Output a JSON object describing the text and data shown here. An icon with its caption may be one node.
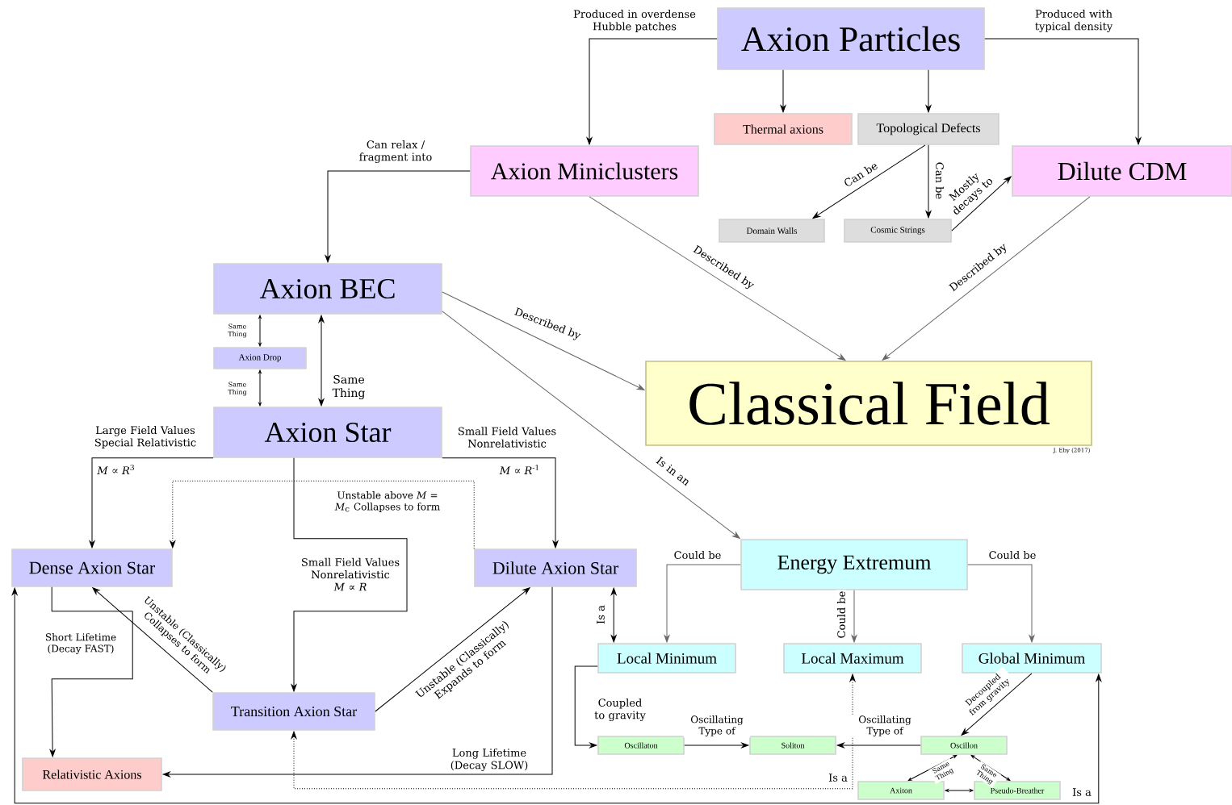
{
  "diagram": {
    "nodes": [
      {
        "text": [
          "Axion Particles"
        ]
      },
      {
        "text": [
          "Thermal axions"
        ]
      },
      {
        "text": [
          "Topological Defects"
        ]
      },
      {
        "text": [
          "Axion Miniclusters"
        ]
      },
      {
        "text": [
          "Dilute CDM"
        ]
      },
      {
        "text": [
          "Domain Walls"
        ]
      },
      {
        "text": [
          "Cosmic Strings"
        ]
      },
      {
        "text": [
          "Axion BEC"
        ]
      },
      {
        "text": [
          "Classical Field"
        ],
        "beside": [
          "J. Eby (2017)"
        ]
      },
      {
        "text": [
          "Axion Drop"
        ]
      },
      {
        "text": [
          "Axion Star"
        ]
      },
      {
        "text": [
          "Dense Axion Star"
        ]
      },
      {
        "text": [
          "Dilute Axion Star"
        ]
      },
      {
        "text": [
          "Energy Extremum"
        ]
      },
      {
        "text": [
          "Local Minimum"
        ]
      },
      {
        "text": [
          "Local Maximum"
        ]
      },
      {
        "text": [
          "Global Minimum"
        ]
      },
      {
        "text": [
          "Transition Axion Star"
        ]
      },
      {
        "text": [
          "Oscillaton"
        ]
      },
      {
        "text": [
          "Soliton"
        ]
      },
      {
        "text": [
          "Oscillon"
        ]
      },
      {
        "text": [
          "Relativistic Axions"
        ]
      },
      {
        "text": [
          "Axiton"
        ]
      },
      {
        "text": [
          "Pseudo-Breather"
        ]
      }
    ],
    "edges": [
      {
        "from": 0,
        "to": 3,
        "arrow": "to",
        "label": "Produced in overdense Hubble patches"
      },
      {
        "from": 0,
        "to": 4,
        "arrow": "to",
        "label": "Produced with typical density"
      },
      {
        "from": 0,
        "to": 1,
        "arrow": "to"
      },
      {
        "from": 0,
        "to": 2,
        "arrow": "to"
      },
      {
        "from": 2,
        "to": 5,
        "arrow": "to",
        "label": "Can be"
      },
      {
        "from": 2,
        "to": 6,
        "arrow": "to",
        "label": "Can be"
      },
      {
        "from": 6,
        "to": 4,
        "arrow": "to",
        "label": "Mostly decays to"
      },
      {
        "from": 3,
        "to": 7,
        "arrow": "to",
        "label": "Can relax / fragment into"
      },
      {
        "from": 3,
        "to": 8,
        "arrow": "to",
        "label": "Described by",
        "color": "#666666"
      },
      {
        "from": 4,
        "to": 8,
        "arrow": "to",
        "label": "Described by",
        "color": "#666666"
      },
      {
        "from": 7,
        "to": 8,
        "arrow": "to",
        "label": "Described by",
        "color": "#666666"
      },
      {
        "from": 7,
        "to": 13,
        "arrow": "to",
        "label": "Is in an",
        "color": "#666666"
      },
      {
        "from": 7,
        "to": 10,
        "arrow": "both",
        "label": "Same Thing"
      },
      {
        "from": 7,
        "to": 9,
        "arrow": "both",
        "label": "Same Thing"
      },
      {
        "from": 9,
        "to": 10,
        "arrow": "both",
        "label": "Same Thing"
      },
      {
        "from": 10,
        "to": 11,
        "arrow": "to",
        "label": "Large Field Values Special Relativistic"
      },
      {
        "from": 10,
        "to": 17,
        "arrow": "to",
        "label": "Small Field Values Nonrelativistic *M* ∝ *R*"
      },
      {
        "from": 10,
        "to": 12,
        "arrow": "to",
        "label": "Small Field Values Nonrelativistic"
      },
      {
        "from": 12,
        "to": 11,
        "arrow": "to",
        "label": "Unstable above *M* = *M*$_{c}$ Collapses to form",
        "style": "dashed"
      },
      {
        "from": 11,
        "to": 21,
        "arrow": "to",
        "label": "Short Lifetime (Decay FAST)"
      },
      {
        "from": 12,
        "to": 21,
        "arrow": "to",
        "label": "Long Lifetime (Decay SLOW)"
      },
      {
        "from": 17,
        "to": 11,
        "arrow": "to",
        "label": "Unstable (Classically) Collapses to form"
      },
      {
        "from": 17,
        "to": 12,
        "arrow": "to",
        "label": "Unstable (Classically) Expands to form"
      },
      {
        "from": 12,
        "to": 14,
        "arrow": "both",
        "label": "Is a"
      },
      {
        "from": 13,
        "to": 14,
        "arrow": "to",
        "label": "Could be",
        "color": "#666666"
      },
      {
        "from": 13,
        "to": 15,
        "arrow": "to",
        "label": "Could be",
        "color": "#666666"
      },
      {
        "from": 13,
        "to": 16,
        "arrow": "to",
        "label": "Could be",
        "color": "#666666"
      },
      {
        "from": 14,
        "to": 18,
        "arrow": "to",
        "label": "Coupled to gravity"
      },
      {
        "from": 18,
        "to": 19,
        "arrow": "to",
        "label": "Oscillating Type of"
      },
      {
        "from": 20,
        "to": 19,
        "arrow": "to",
        "label": "Oscillating Type of"
      },
      {
        "from": 16,
        "to": 20,
        "arrow": "to",
        "label": "Decoupled from gravity"
      },
      {
        "from": 20,
        "to": 22,
        "arrow": "both",
        "label": "Same Thing"
      },
      {
        "from": 20,
        "to": 23,
        "arrow": "both",
        "label": "Same Thing"
      },
      {
        "from": 22,
        "to": 23,
        "arrow": "both"
      },
      {
        "from": 11,
        "to": 16,
        "arrow": "both",
        "label": "Is a"
      },
      {
        "from": 17,
        "to": 15,
        "arrow": "both",
        "label": "Is a",
        "style": "dashed"
      }
    ],
    "labels": [
      "*M* ∝ *R*$^{3}$",
      "*M* ∝ *R*$^{-1}$"
    ]
  }
}
